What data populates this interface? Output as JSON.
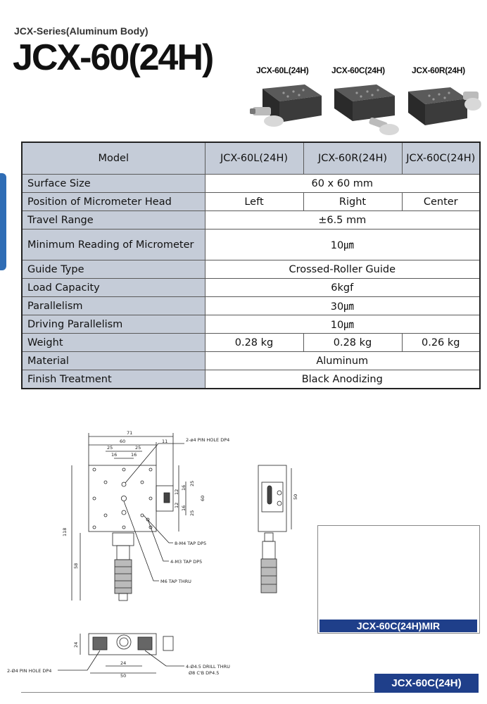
{
  "header": {
    "series": "JCX-Series(Aluminum Body)",
    "title": "JCX-60(24H)"
  },
  "variants": [
    {
      "label": "JCX-60L(24H)"
    },
    {
      "label": "JCX-60C(24H)"
    },
    {
      "label": "JCX-60R(24H)"
    }
  ],
  "spec_table": {
    "header": {
      "label": "Model",
      "models": [
        "JCX-60L(24H)",
        "JCX-60R(24H)",
        "JCX-60C(24H)"
      ]
    },
    "surface_size": {
      "label": "Surface Size",
      "value": "60 x 60 mm"
    },
    "micrometer_position": {
      "label": "Position of Micrometer Head",
      "values": [
        "Left",
        "Right",
        "Center"
      ]
    },
    "travel_range": {
      "label": "Travel Range",
      "value": "±6.5 mm"
    },
    "minimum_reading": {
      "label": "Minimum Reading of Micrometer",
      "value": "10㎛"
    },
    "guide_type": {
      "label": "Guide Type",
      "value": "Crossed-Roller Guide"
    },
    "load_capacity": {
      "label": "Load Capacity",
      "value": "6kgf"
    },
    "parallelism": {
      "label": "Parallelism",
      "value": "30㎛"
    },
    "driving_parallelism": {
      "label": "Driving Parallelism",
      "value": "10㎛"
    },
    "weight": {
      "label": "Weight",
      "values": [
        "0.28 kg",
        "0.28 kg",
        "0.26 kg"
      ]
    },
    "material": {
      "label": "Material",
      "value": "Aluminum"
    },
    "finish": {
      "label": "Finish Treatment",
      "value": "Black Anodizing"
    }
  },
  "drawing": {
    "dims": {
      "d71": "71",
      "d60": "60",
      "d11": "11",
      "d25a": "25",
      "d25b": "25",
      "d16a": "16",
      "d16b": "16",
      "d118": "118",
      "d58": "58",
      "r25a": "25",
      "r16a": "16",
      "r12a": "12",
      "r60": "60",
      "r12b": "12",
      "r16b": "16",
      "r25b": "25",
      "s50": "50",
      "b24": "24",
      "b24w": "24",
      "b50": "50"
    },
    "callouts": {
      "pin_top": "2-ø4 PIN HOLE DP4",
      "m4": "8-M4 TAP DP5",
      "m3": "4-M3 TAP DP5",
      "m6": "M6 TAP THRU",
      "pin_bottom": "2-Ø4 PIN HOLE DP4",
      "drill": "4-Ø4.5 DRILL THRU",
      "cbore": "Ø8 C'B DP4.5"
    }
  },
  "mir_label": "JCX-60C(24H)MIR",
  "footer_label": "JCX-60C(24H)"
}
